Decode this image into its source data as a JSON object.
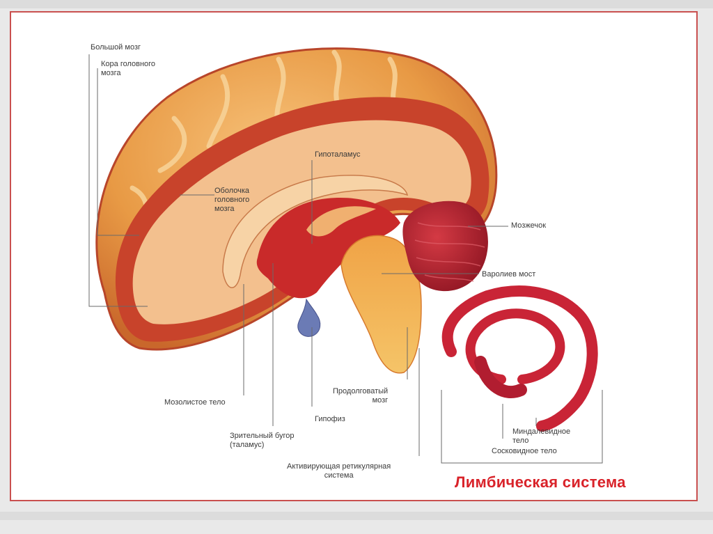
{
  "diagram": {
    "title": "Лимбическая система",
    "labels": {
      "cerebrum": "Большой мозг",
      "cortex": "Кора головного\nмозга",
      "meninges": "Оболочка\nголовного\nмозга",
      "hypothalamus": "Гипоталамус",
      "cerebellum": "Мозжечок",
      "pons": "Варолиев мост",
      "corpus_callosum": "Мозолистое тело",
      "pituitary": "Гипофиз",
      "medulla": "Продолговатый\nмозг",
      "thalamus": "Зрительный бугор\n(таламус)",
      "reticular": "Активирующая ретикулярная\nсистема",
      "amygdala": "Миндалевидное\nтело",
      "mammillary": "Сосковидное тело"
    },
    "colors": {
      "cortex_outer": "#d8853a",
      "cortex_inner": "#f3c08e",
      "gray_matter": "#c8432b",
      "brainstem": "#f0a346",
      "cerebellum": "#b3202c",
      "limbic": "#c92436",
      "pituitary": "#6b7bb5",
      "title": "#d9232a"
    }
  }
}
